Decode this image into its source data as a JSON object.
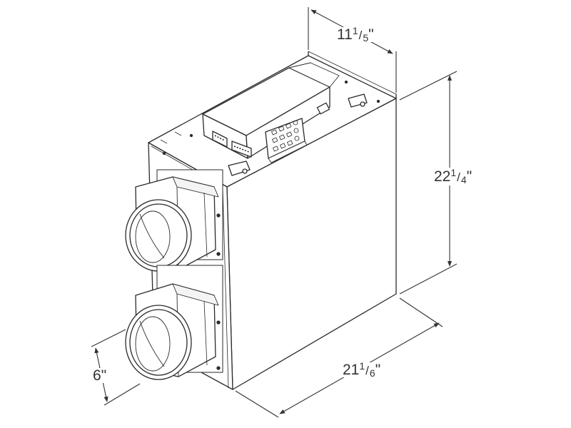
{
  "diagram": {
    "depth_dimension": {
      "whole": "11",
      "numerator": "1",
      "denominator": "5",
      "unit": "\""
    },
    "height_dimension": {
      "whole": "22",
      "numerator": "1",
      "denominator": "4",
      "unit": "\""
    },
    "length_dimension": {
      "whole": "21",
      "numerator": "1",
      "denominator": "6",
      "unit": "\""
    },
    "port_dimension": {
      "value": "6",
      "unit": "\""
    }
  }
}
